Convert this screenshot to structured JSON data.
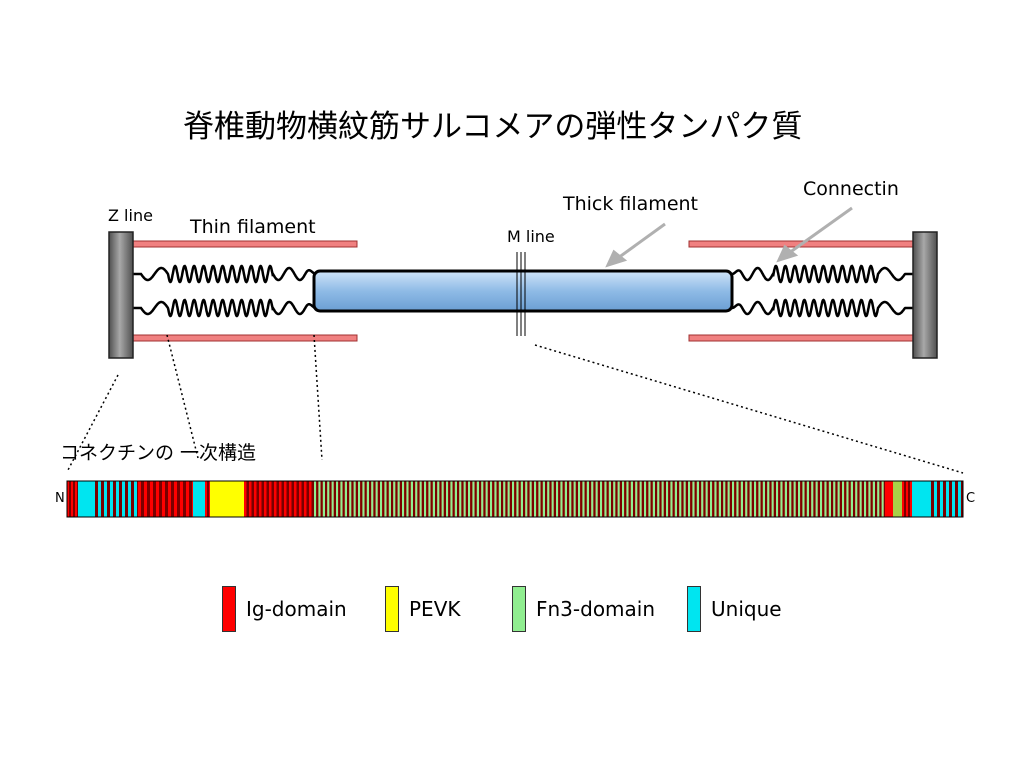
{
  "title": "脊椎動物横紋筋サルコメアの弾性タンパク質",
  "labels": {
    "z_line": "Z line",
    "thin_filament": "Thin filament",
    "m_line": "M line",
    "thick_filament": "Thick filament",
    "connectin": "Connectin",
    "primary_structure": "コネクチンの 一次構造",
    "n_terminus": "N",
    "c_terminus": "C"
  },
  "legend": [
    {
      "label": "Ig-domain",
      "color": "#ff0000"
    },
    {
      "label": "PEVK",
      "color": "#ffff00"
    },
    {
      "label": "Fn3-domain",
      "color": "#90ee90"
    },
    {
      "label": "Unique",
      "color": "#00e5f0"
    }
  ],
  "colors": {
    "z_disc": "#707070",
    "thin_filament_fill": "#f08080",
    "thin_filament_stroke": "#a03030",
    "thick_filament_fill": "#9ac4ea",
    "arrow": "#b0b0b0",
    "ig_dark": "#7a0000"
  }
}
